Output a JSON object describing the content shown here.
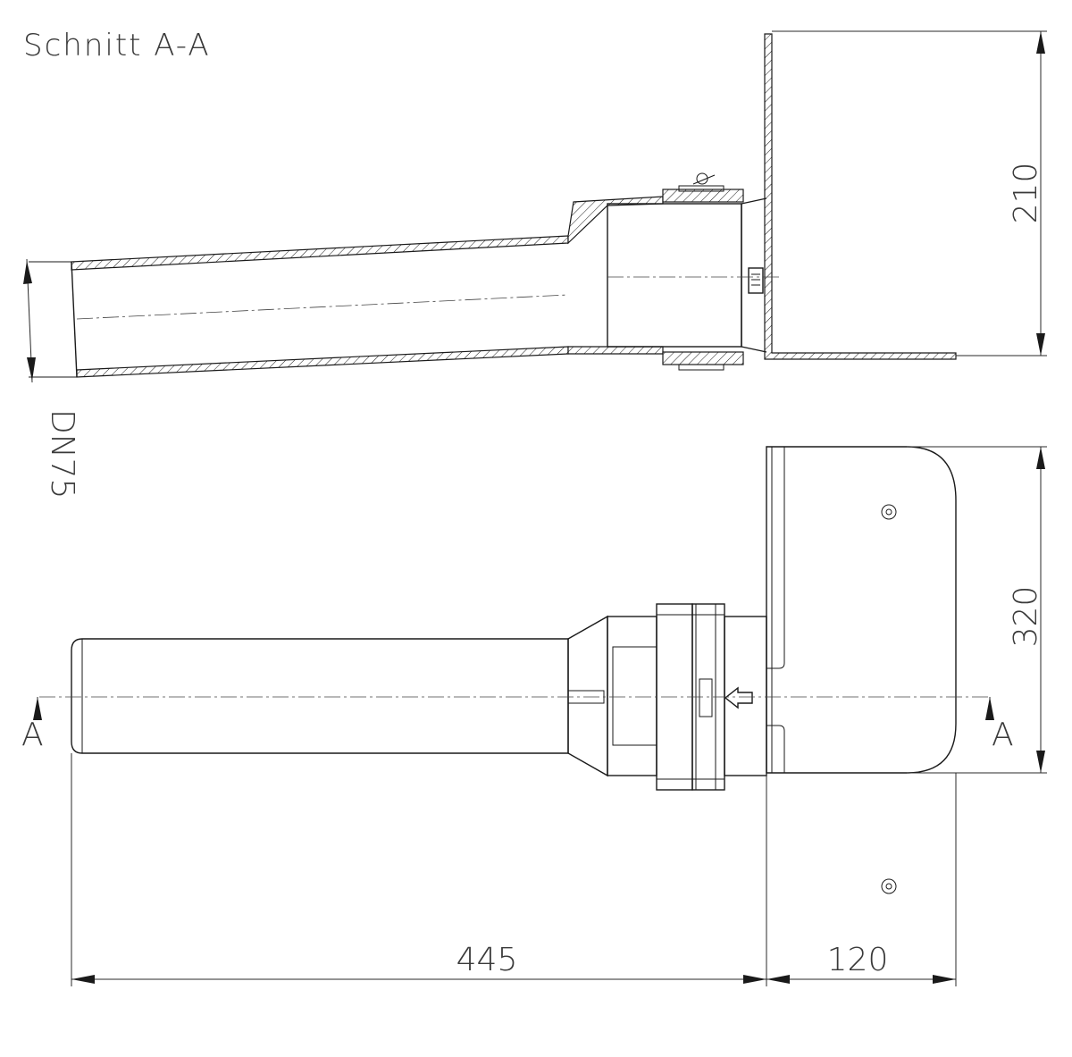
{
  "section_title": "Schnitt A-A",
  "dimensions": {
    "height_top": "210",
    "diameter": "DN75",
    "height_plan": "320",
    "length_pipe": "445",
    "length_flange": "120"
  },
  "section_markers": {
    "left": "A",
    "right": "A"
  }
}
